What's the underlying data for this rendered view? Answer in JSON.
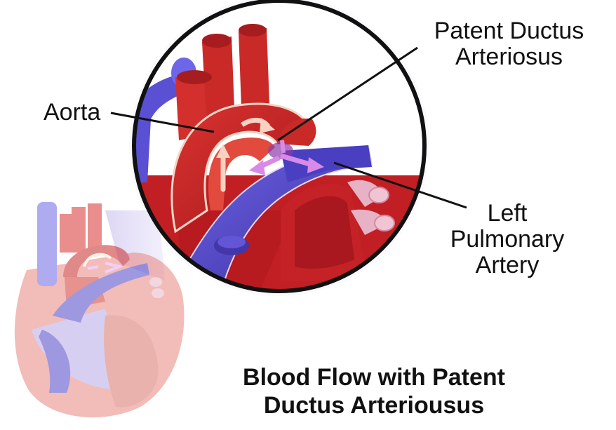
{
  "labels": {
    "pda": [
      "Patent Ductus",
      "Arteriosus"
    ],
    "aorta": "Aorta",
    "lpa": [
      "Left",
      "Pulmonary",
      "Artery"
    ]
  },
  "title": [
    "Blood Flow with Patent",
    "Ductus Arteriousus"
  ],
  "colors": {
    "aorta_red": "#c8292a",
    "vessel_blue": "#5a4fd0",
    "background": "#ffffff",
    "outline": "#111111"
  }
}
